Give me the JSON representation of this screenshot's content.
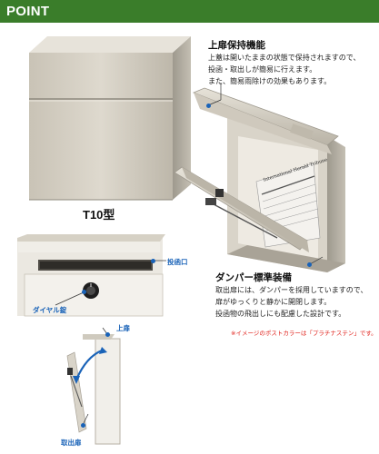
{
  "header": {
    "title": "POINT"
  },
  "product": {
    "model_label": "T10型"
  },
  "features": [
    {
      "title": "上扉保持機能",
      "lines": [
        "上蓋は開いたままの状態で保持されますので、",
        "投函・取出しが簡易に行えます。",
        "また、簡易雨除けの効果もあります。"
      ]
    },
    {
      "title": "ダンパー標準装備",
      "lines": [
        "取出扉には、ダンパーを採用していますので、",
        "扉がゆっくりと静かに開閉します。",
        "投函物の飛出しにも配慮した設計です。"
      ]
    }
  ],
  "callouts": {
    "slot": "投函口",
    "dial_lock": "ダイヤル錠",
    "upper_door": "上扉",
    "takeout_door": "取出扉"
  },
  "newspaper_print": "International Herald Tribune",
  "note": "※イメージのポストカラーは「プラチナステン」です。",
  "colors": {
    "header_bg": "#3a7d2a",
    "callout_blue": "#1a63b8",
    "note_red": "#e0201a"
  }
}
